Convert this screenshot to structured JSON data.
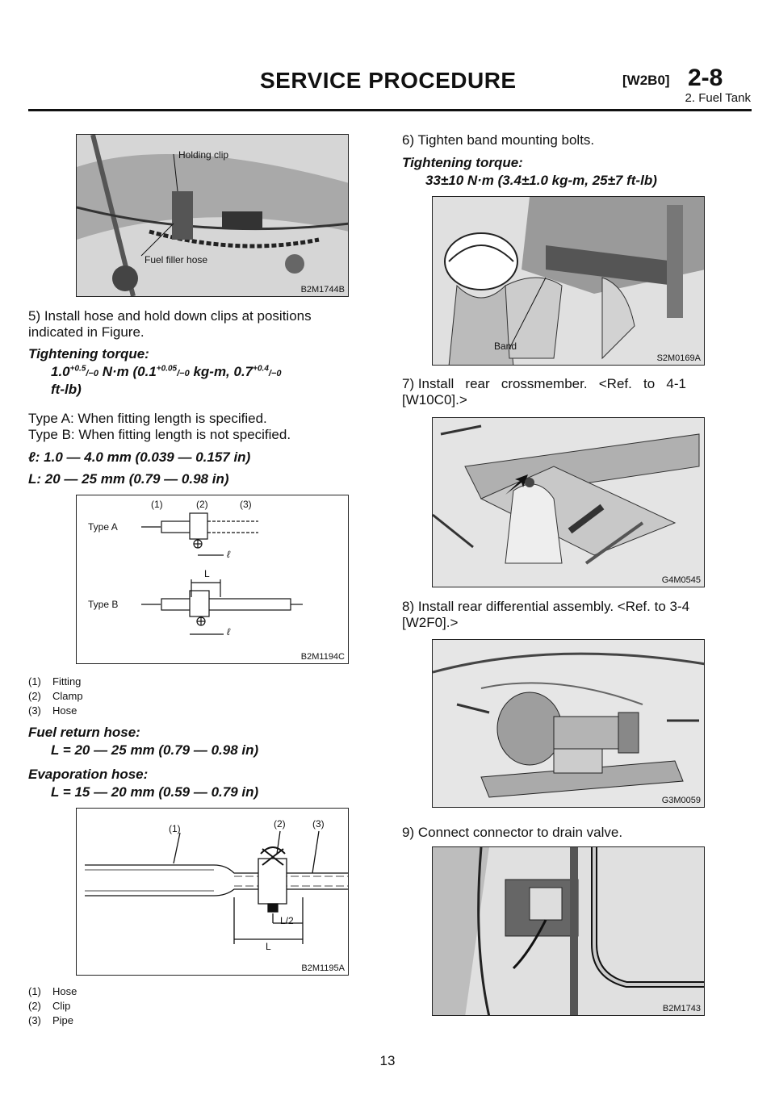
{
  "header": {
    "title": "SERVICE PROCEDURE",
    "code": "[W2B0]",
    "section": "2-8",
    "subtitle": "2. Fuel Tank"
  },
  "figures": {
    "fig1": {
      "code": "B2M1744B",
      "label_clip": "Holding clip",
      "label_hose": "Fuel filler hose"
    },
    "fig2": {
      "code": "B2M1194C",
      "n1": "(1)",
      "n2": "(2)",
      "n3": "(3)",
      "type_a": "Type A",
      "type_b": "Type B",
      "ell": "ℓ",
      "L": "L"
    },
    "fig3": {
      "code": "B2M1195A",
      "n1": "(1)",
      "n2": "(2)",
      "n3": "(3)",
      "L2": "L/2",
      "L": "L"
    },
    "fig4": {
      "code": "S2M0169A",
      "label_band": "Band"
    },
    "fig5": {
      "code": "G4M0545"
    },
    "fig6": {
      "code": "G3M0059"
    },
    "fig7": {
      "code": "B2M1743"
    }
  },
  "left": {
    "step5_l1": "5) Install hose and hold down clips at positions",
    "step5_l2": "indicated in Figure.",
    "tt_head": "Tightening torque:",
    "tt_a": "1.0",
    "tt_a_sup": "+0.5",
    "tt_a_sub": "/−0",
    "tt_b": " N·m (0.1",
    "tt_b_sup": "+0.05",
    "tt_b_sub": "/−0",
    "tt_c": " kg-m, 0.7",
    "tt_c_sup": "+0.4",
    "tt_c_sub": "/−0",
    "tt_d": "ft-lb)",
    "type_a": "Type A: When fitting length is specified.",
    "type_b": "Type B: When fitting length is not specified.",
    "ell_spec": "ℓ: 1.0 — 4.0 mm (0.039 — 0.157 in)",
    "L_spec": "L: 20 — 25 mm (0.79 — 0.98 in)",
    "legend1": [
      {
        "n": "(1)",
        "t": "Fitting"
      },
      {
        "n": "(2)",
        "t": "Clamp"
      },
      {
        "n": "(3)",
        "t": "Hose"
      }
    ],
    "frh_head": "Fuel return hose:",
    "frh_val": "L = 20 — 25 mm (0.79 — 0.98 in)",
    "evh_head": "Evaporation hose:",
    "evh_val": "L = 15 — 20 mm (0.59 — 0.79 in)",
    "legend2": [
      {
        "n": "(1)",
        "t": "Hose"
      },
      {
        "n": "(2)",
        "t": "Clip"
      },
      {
        "n": "(3)",
        "t": "Pipe"
      }
    ]
  },
  "right": {
    "step6": "6) Tighten band mounting bolts.",
    "tt_head": "Tightening torque:",
    "tt_val": "33±10 N·m (3.4±1.0 kg-m, 25±7 ft-lb)",
    "step7_l1": "7) Install   rear   crossmember.   <Ref.   to   4-1",
    "step7_l2": "[W10C0].>",
    "step8_l1": "8) Install rear differential assembly. <Ref. to 3-4",
    "step8_l2": "[W2F0].>",
    "step9": "9) Connect connector to drain valve."
  },
  "page_number": "13"
}
